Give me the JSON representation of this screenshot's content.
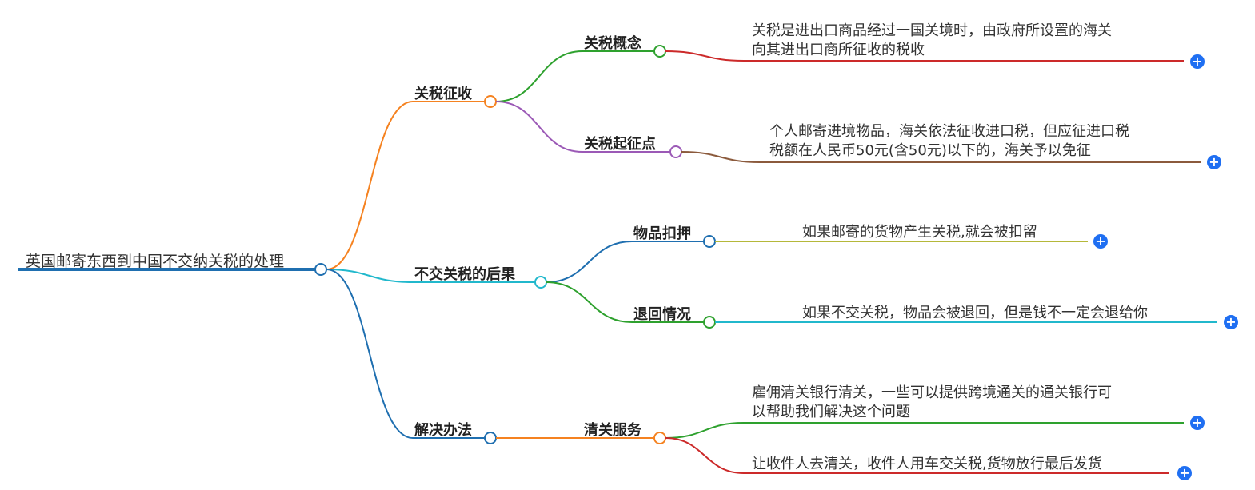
{
  "mindmap": {
    "root": {
      "label": "英国邮寄东西到中国不交纳关税的处理"
    },
    "branches": [
      {
        "label": "关税征收",
        "children": [
          {
            "label": "关税概念",
            "detail": [
              "关税是进出口商品经过一国关境时，由政府所设置的海关",
              "向其进出口商所征收的税收"
            ]
          },
          {
            "label": "关税起征点",
            "detail": [
              "个人邮寄进境物品，海关依法征收进口税，但应征进口税",
              "税额在人民币50元(含50元)以下的，海关予以免征"
            ]
          }
        ]
      },
      {
        "label": "不交关税的后果",
        "children": [
          {
            "label": "物品扣押",
            "detail": [
              "如果邮寄的货物产生关税,就会被扣留"
            ]
          },
          {
            "label": "退回情况",
            "detail": [
              "如果不交关税，物品会被退回，但是钱不一定会退给你"
            ]
          }
        ]
      },
      {
        "label": "解决办法",
        "children": [
          {
            "label": "清关服务",
            "details": [
              [
                "雇佣清关银行清关，一些可以提供跨境通关的通关银行可",
                "以帮助我们解决这个问题"
              ],
              [
                "让收件人去清关，收件人用车交关税,货物放行最后发货"
              ]
            ]
          }
        ]
      }
    ],
    "expand_icon": "+",
    "colors": {
      "root_line": "#1f6fb0",
      "orange": "#f58220",
      "teal": "#21b8cc",
      "blue": "#1f6fb0",
      "green": "#2ea12e",
      "purple": "#9b59b6",
      "red": "#cc2a2a",
      "brown": "#8b5a3c",
      "olive": "#b5b83a",
      "plus_fill": "#1f6ff2"
    }
  }
}
